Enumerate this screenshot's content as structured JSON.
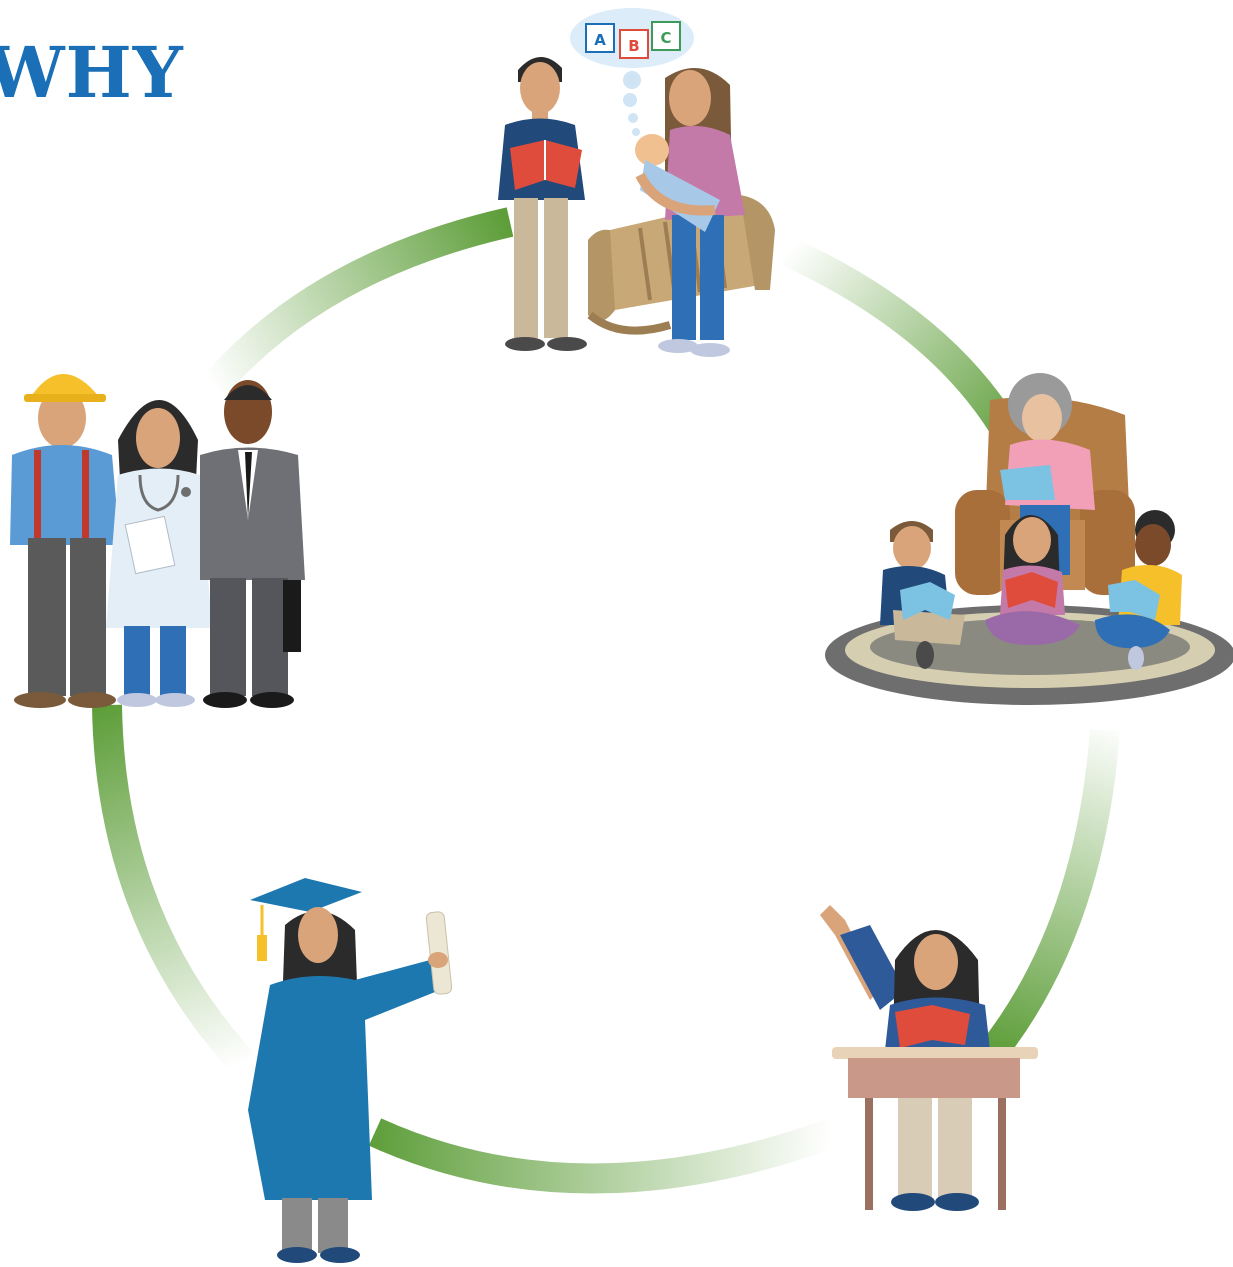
{
  "title": "WHY",
  "blocks": [
    "A",
    "B",
    "C"
  ],
  "colors": {
    "title": "#1a6fb7",
    "ring": "#5e9e3a",
    "skin": "#d9a47a",
    "hair": "#2b2b2b",
    "book_red": "#e04c3c",
    "book_blue": "#7cc2e3",
    "navy": "#214a7a",
    "gown": "#1e78b0"
  }
}
